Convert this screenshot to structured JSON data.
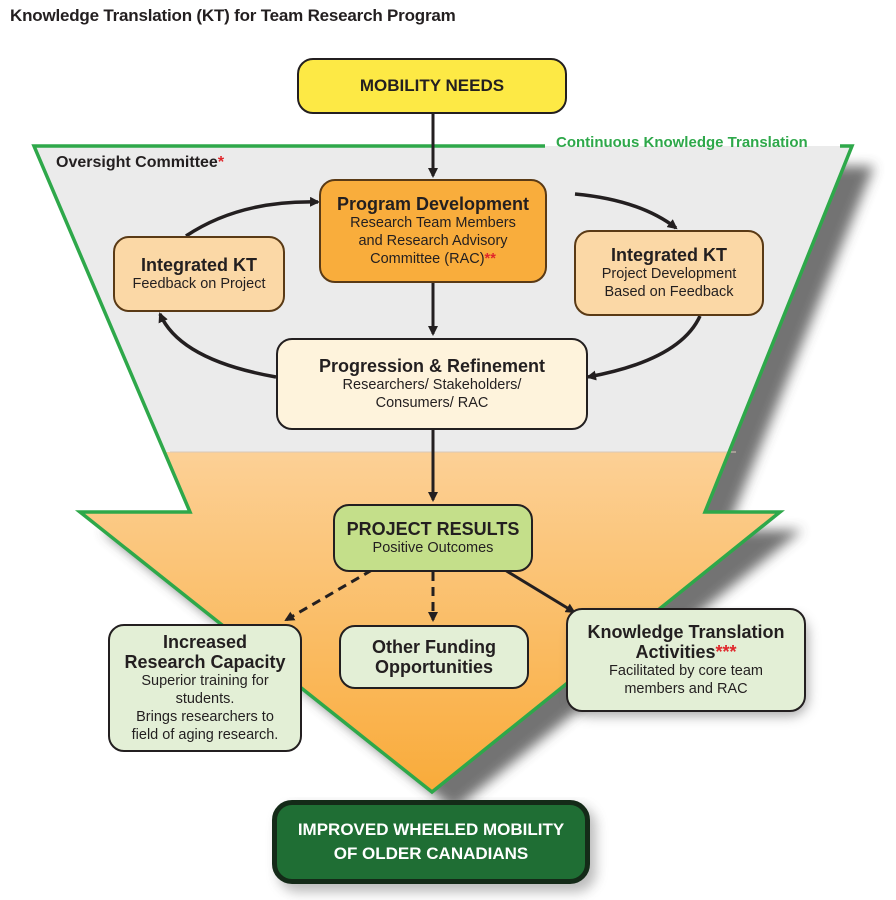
{
  "title": "Knowledge Translation (KT) for Team Research Program",
  "colors": {
    "frame_green": "#2ea84a",
    "gray_fill": "#ebebeb",
    "orange_light": "#fde4c4",
    "orange_dark": "#f9ad3c",
    "mobility_yellow": "#fde945",
    "program_dev_orange": "#f9ad3c",
    "kt_peach": "#fbd8a6",
    "refine_cream": "#fef3dc",
    "results_green": "#c4df8a",
    "outcome_green": "#e3efd6",
    "final_green": "#1f6e34",
    "asterisk_red": "#e0262b"
  },
  "nodes": {
    "mobility_needs": {
      "title": "MOBILITY NEEDS"
    },
    "frame_label": "Continuous Knowledge Translation",
    "oversight": {
      "label": "Oversight Committee",
      "mark": "*"
    },
    "program_development": {
      "title": "Program Development",
      "lines": [
        "Research Team Members",
        "and Research Advisory",
        "Committee (RAC)"
      ],
      "mark": "**"
    },
    "integrated_kt_left": {
      "title": "Integrated KT",
      "lines": [
        "Feedback on Project"
      ]
    },
    "integrated_kt_right": {
      "title": "Integrated KT",
      "lines": [
        "Project Development",
        "Based on Feedback"
      ]
    },
    "progression": {
      "title": "Progression & Refinement",
      "lines": [
        "Researchers/ Stakeholders/",
        "Consumers/ RAC"
      ]
    },
    "project_results": {
      "title": "PROJECT RESULTS",
      "lines": [
        "Positive Outcomes"
      ]
    },
    "research_capacity": {
      "title_lines": [
        "Increased",
        "Research Capacity"
      ],
      "lines": [
        "Superior training for",
        "students.",
        "Brings researchers to",
        "field of aging research."
      ]
    },
    "other_funding": {
      "title_lines": [
        "Other Funding",
        "Opportunities"
      ]
    },
    "kt_activities": {
      "title_lines": [
        "Knowledge Translation",
        "Activities"
      ],
      "mark": "***",
      "lines": [
        "Facilitated by core team",
        "members and RAC"
      ]
    },
    "final_outcome": {
      "title_lines": [
        "IMPROVED WHEELED MOBILITY",
        "OF OLDER CANADIANS"
      ]
    }
  }
}
